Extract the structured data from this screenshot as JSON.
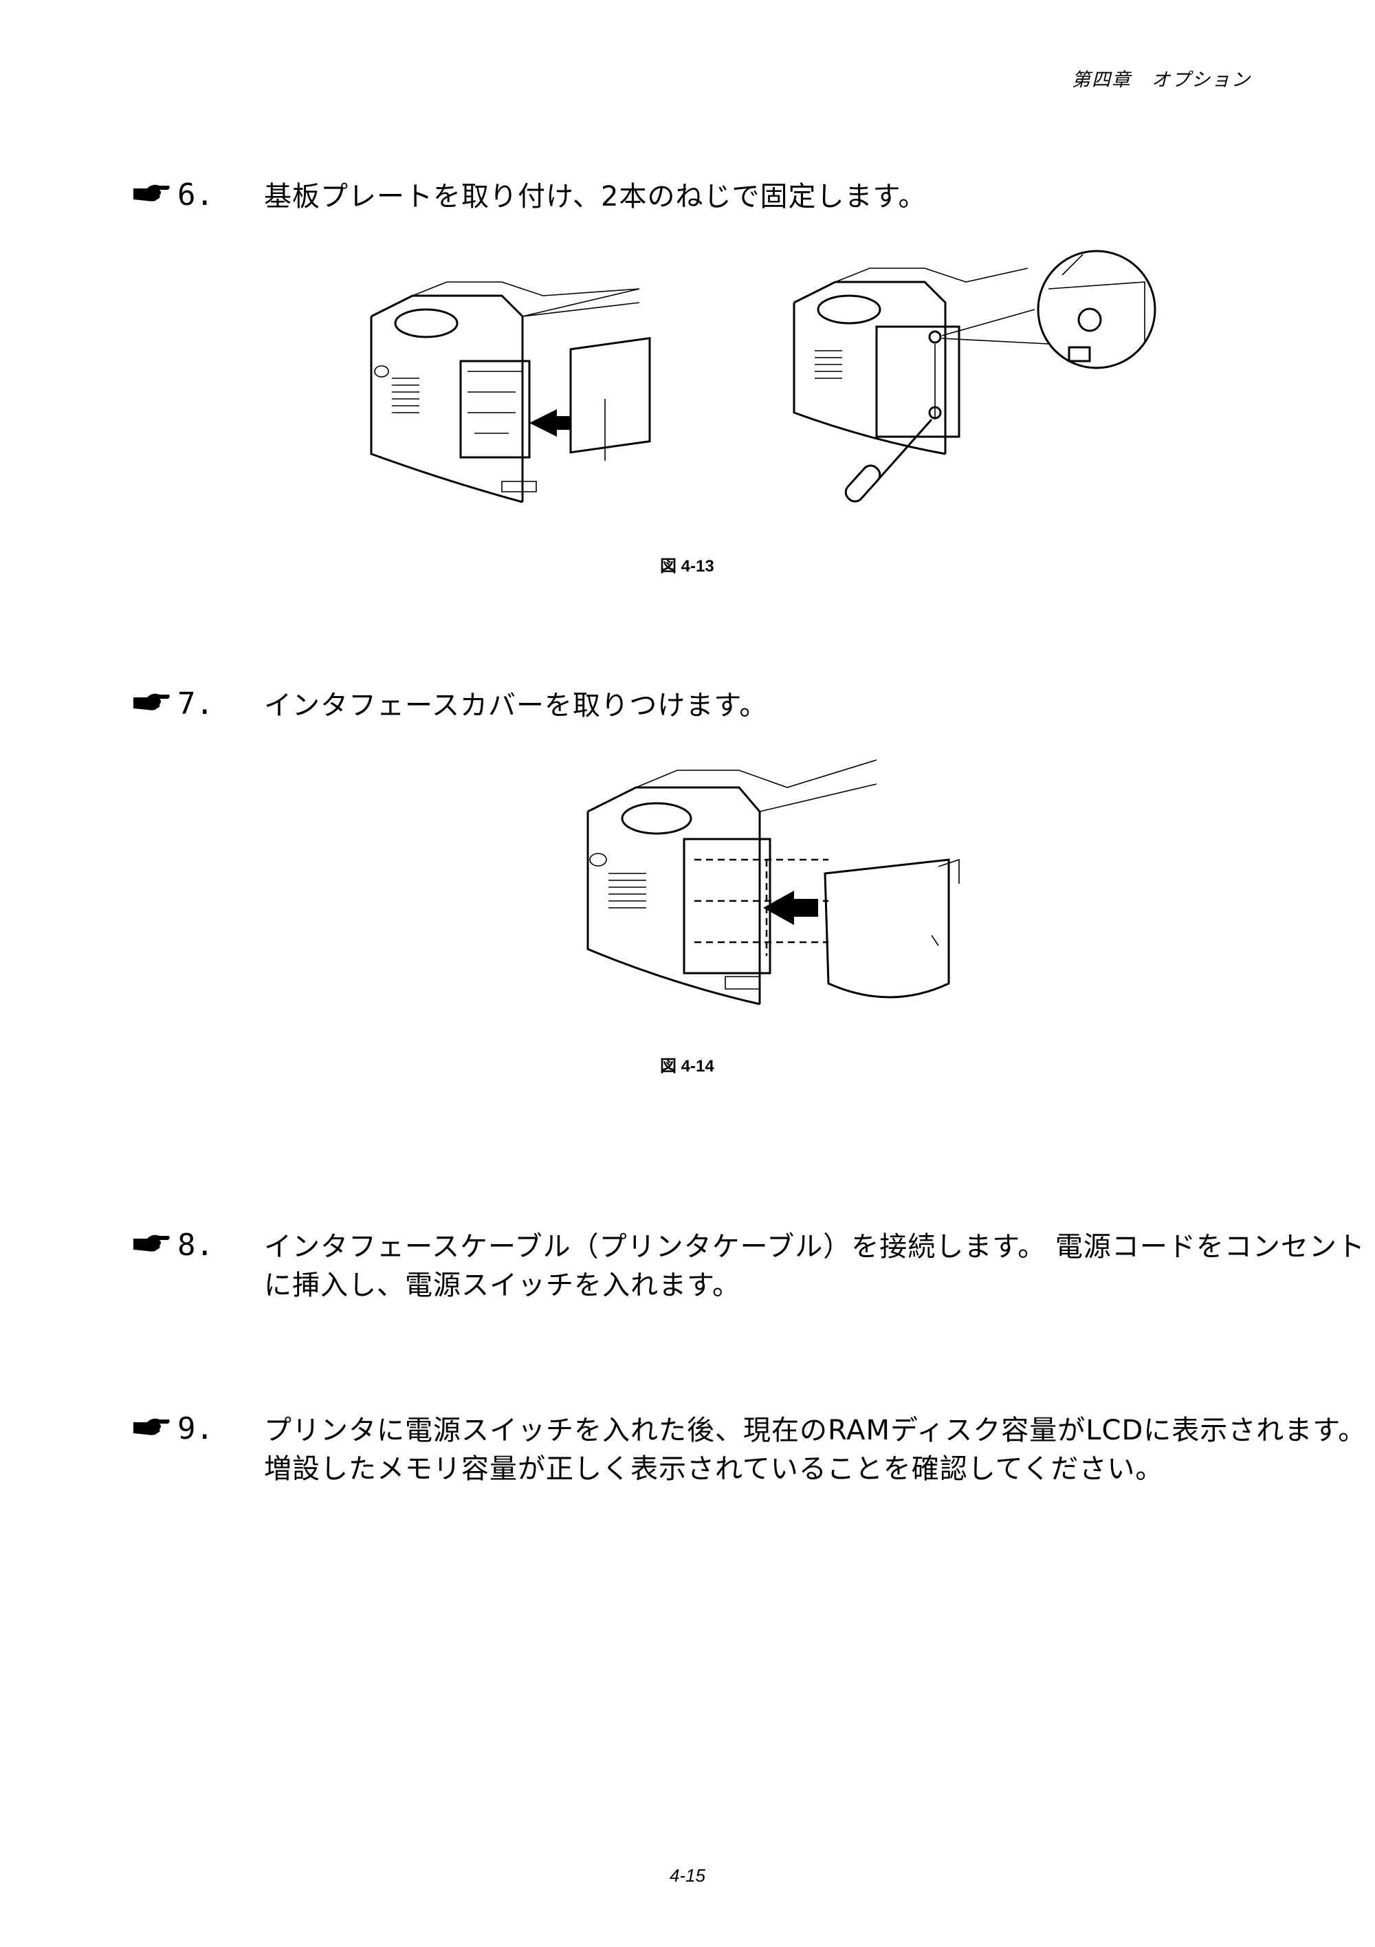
{
  "header": "第四章　オプション",
  "steps": {
    "s6": {
      "num": "6.",
      "text": "基板プレートを取り付け、2本のねじで固定します。"
    },
    "s7": {
      "num": "7.",
      "text": "インタフェースカバーを取りつけます。"
    },
    "s8": {
      "num": "8.",
      "text": "インタフェースケーブル（プリンタケーブル）を接続します。 電源コードをコンセントに挿入し、電源スイッチを入れます。"
    },
    "s9": {
      "num": "9.",
      "text": "プリンタに電源スイッチを入れた後、現在のRAMディスク容量がLCDに表示されます。 増設したメモリ容量が正しく表示されていることを確認してください。"
    }
  },
  "figures": {
    "fig13": "図 4-13",
    "fig14": "図 4-14"
  },
  "footer": "4-15",
  "icons": {
    "step_marker": "pointing-hand-icon"
  }
}
